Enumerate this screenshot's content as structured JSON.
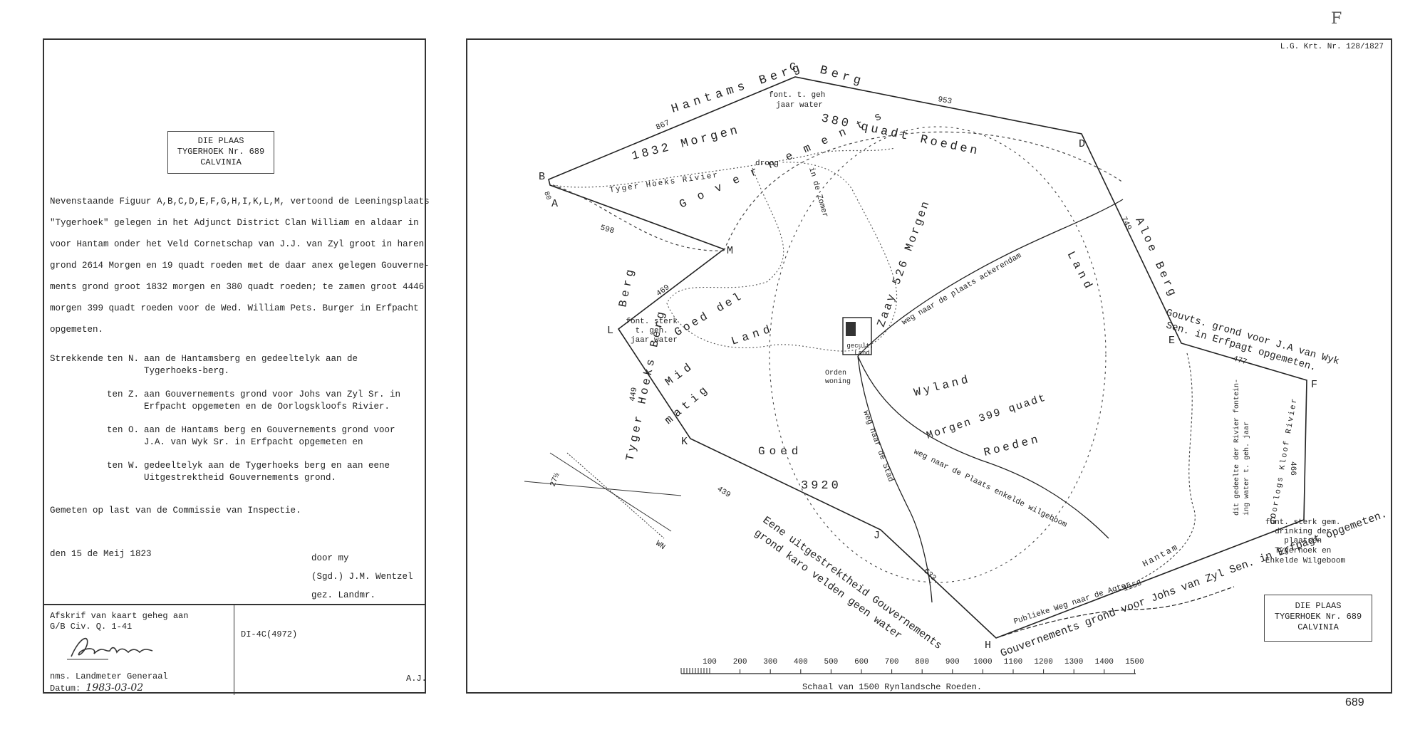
{
  "corner_mark": "F",
  "page_number": "689",
  "left_panel": {
    "title_box": [
      "DIE PLAAS",
      "TYGERHOEK Nr. 689",
      "CALVINIA"
    ],
    "description_lines": [
      "Nevenstaande Figuur A,B,C,D,E,F,G,H,I,K,L,M, vertoond de Leeningsplaats",
      "\"Tygerhoek\" gelegen in het Adjunct District Clan William en aldaar in",
      "voor Hantam onder het Veld Cornetschap van J.J. van Zyl groot in haren",
      "grond 2614 Morgen en 19 quadt roeden met de daar anex gelegen Gouverne-",
      "ments grond groot 1832 morgen en 380 quadt roeden; te zamen groot 4446",
      "morgen 399 quadt roeden voor de Wed. William Pets. Burger in Erfpacht",
      "opgemeten."
    ],
    "boundary_label": "Strekkende",
    "boundaries": [
      {
        "dir": "ten N.",
        "text": "aan de Hantamsberg en gedeeltelyk aan de Tygerhoeks-berg."
      },
      {
        "dir": "ten Z.",
        "text": "aan Gouvernements grond voor Johs van Zyl Sr. in Erfpacht opgemeten en de Oorlogskloofs Rivier."
      },
      {
        "dir": "ten O.",
        "text": "aan de Hantams berg en Gouvernements grond voor J.A. van Wyk Sr. in Erfpacht opgemeten en"
      },
      {
        "dir": "ten W.",
        "text": "gedeeltelyk aan de Tygerhoeks berg en aan eene Uitgestrektheid Gouvernements grond."
      }
    ],
    "measured_note": "Gemeten op last van de Commissie van Inspectie.",
    "date": "den 15 de Meij 1823",
    "signature_lines": [
      "door my",
      "(Sgd.) J.M. Wentzel",
      "gez. Landmr."
    ],
    "footer": {
      "copy_lines": [
        "Afskrif van kaart geheg aan",
        "G/B Civ. Q. 1-41"
      ],
      "signature": "Petrie",
      "official": "nms. Landmeter Generaal",
      "datum_label": "Datum:",
      "datum_value": "1983-03-02",
      "reference": "DI-4C(4972)",
      "initials": "A.J."
    }
  },
  "map": {
    "ref": "L.G. Krt. Nr. 128/1827",
    "title_box": [
      "DIE PLAAS",
      "TYGERHOEK Nr. 689",
      "CALVINIA"
    ],
    "corners": [
      "A",
      "B",
      "C",
      "D",
      "E",
      "F",
      "G",
      "H",
      "J",
      "K",
      "L",
      "M"
    ],
    "edge_lengths": [
      "867",
      "953",
      "749",
      "477",
      "466",
      "1158",
      "633",
      "439",
      "449",
      "469",
      "598",
      "80"
    ],
    "labels": {
      "hantams_berg": "Hantams  Berg",
      "aloe_berg": "Aloe  Berg",
      "tyger_hoeks_berg": "Tyger  Hoeks  Berg",
      "berg_left": "Berg",
      "gov_vanwyk_1": "Gouvts. grond voor J.A van Wyk",
      "gov_vanwyk_2": "Sen. in Erfpagt opgemeten.",
      "gov_vanzyl": "Gouvernements grond voor Johs van Zyl Sen. in Erfpagt opgemeten.",
      "eene_1": "Eene uitgestrektheid Gouvernements",
      "eene_2": "grond karo velden geen water",
      "area_1832": "1832   Morgen",
      "area_380": "380      quadt      Roeden",
      "gouvernements": "G  o  v  e  r  n  e  m  e  n  t  s",
      "land": "Land",
      "goed_del": "Goed   del",
      "land_mid": "Land",
      "mid": "Mid",
      "matig": "matig",
      "goed": "Goed",
      "n3920": "3920",
      "wyland": "Wyland",
      "morgen_399": "Morgen   399  quadt",
      "roeden": "Roeden",
      "zaay_526": "Zaay  526  Morgen",
      "tyger_rivier": "Tyger  Hoeks  Rivier",
      "droog": "droog",
      "in_de_zomer": "in     de     Zomer",
      "weg_akkerendam": "weg naar de plaats ackerendam",
      "weg_enkelde": "weg   naar   de   Plaats   enkelde   wilgeboom",
      "weg_stad": "weg   naar   de   Stad",
      "publieke_weg": "Publieke   Weg   naar   de   Agter",
      "hantam": "Hantam",
      "font_c_1": "font. t. geh",
      "font_c_2": "jaar water",
      "font_l_1": "font. sterk",
      "font_l_2": "t. geh.",
      "font_l_3": "jaar water",
      "font_g_1": "font. sterk gem.",
      "font_g_2": "drinking der",
      "font_g_3": "plaatsen",
      "font_g_4": "Tygerhoek en",
      "font_g_5": "Enkelde Wilgeboom",
      "rivier_fontein_1": "dit gedeelte der Rivier fontein-",
      "rivier_fontein_2": "ing water t. geh. jaar",
      "oorlogs_kloof": "Oorlogs  Kloof  Rivier",
      "orden_woning_1": "Orden",
      "orden_woning_2": "woning",
      "tuin_1": "gecult.",
      "tuin_2": "Land",
      "compass_1": "27½",
      "compass_2": "WN"
    },
    "scale": {
      "ticks": [
        "100",
        "200",
        "300",
        "400",
        "500",
        "600",
        "700",
        "800",
        "900",
        "1000",
        "1100",
        "1200",
        "1300",
        "1400",
        "1500"
      ],
      "caption": "Schaal van 1500 Rynlandsche Roeden."
    }
  }
}
